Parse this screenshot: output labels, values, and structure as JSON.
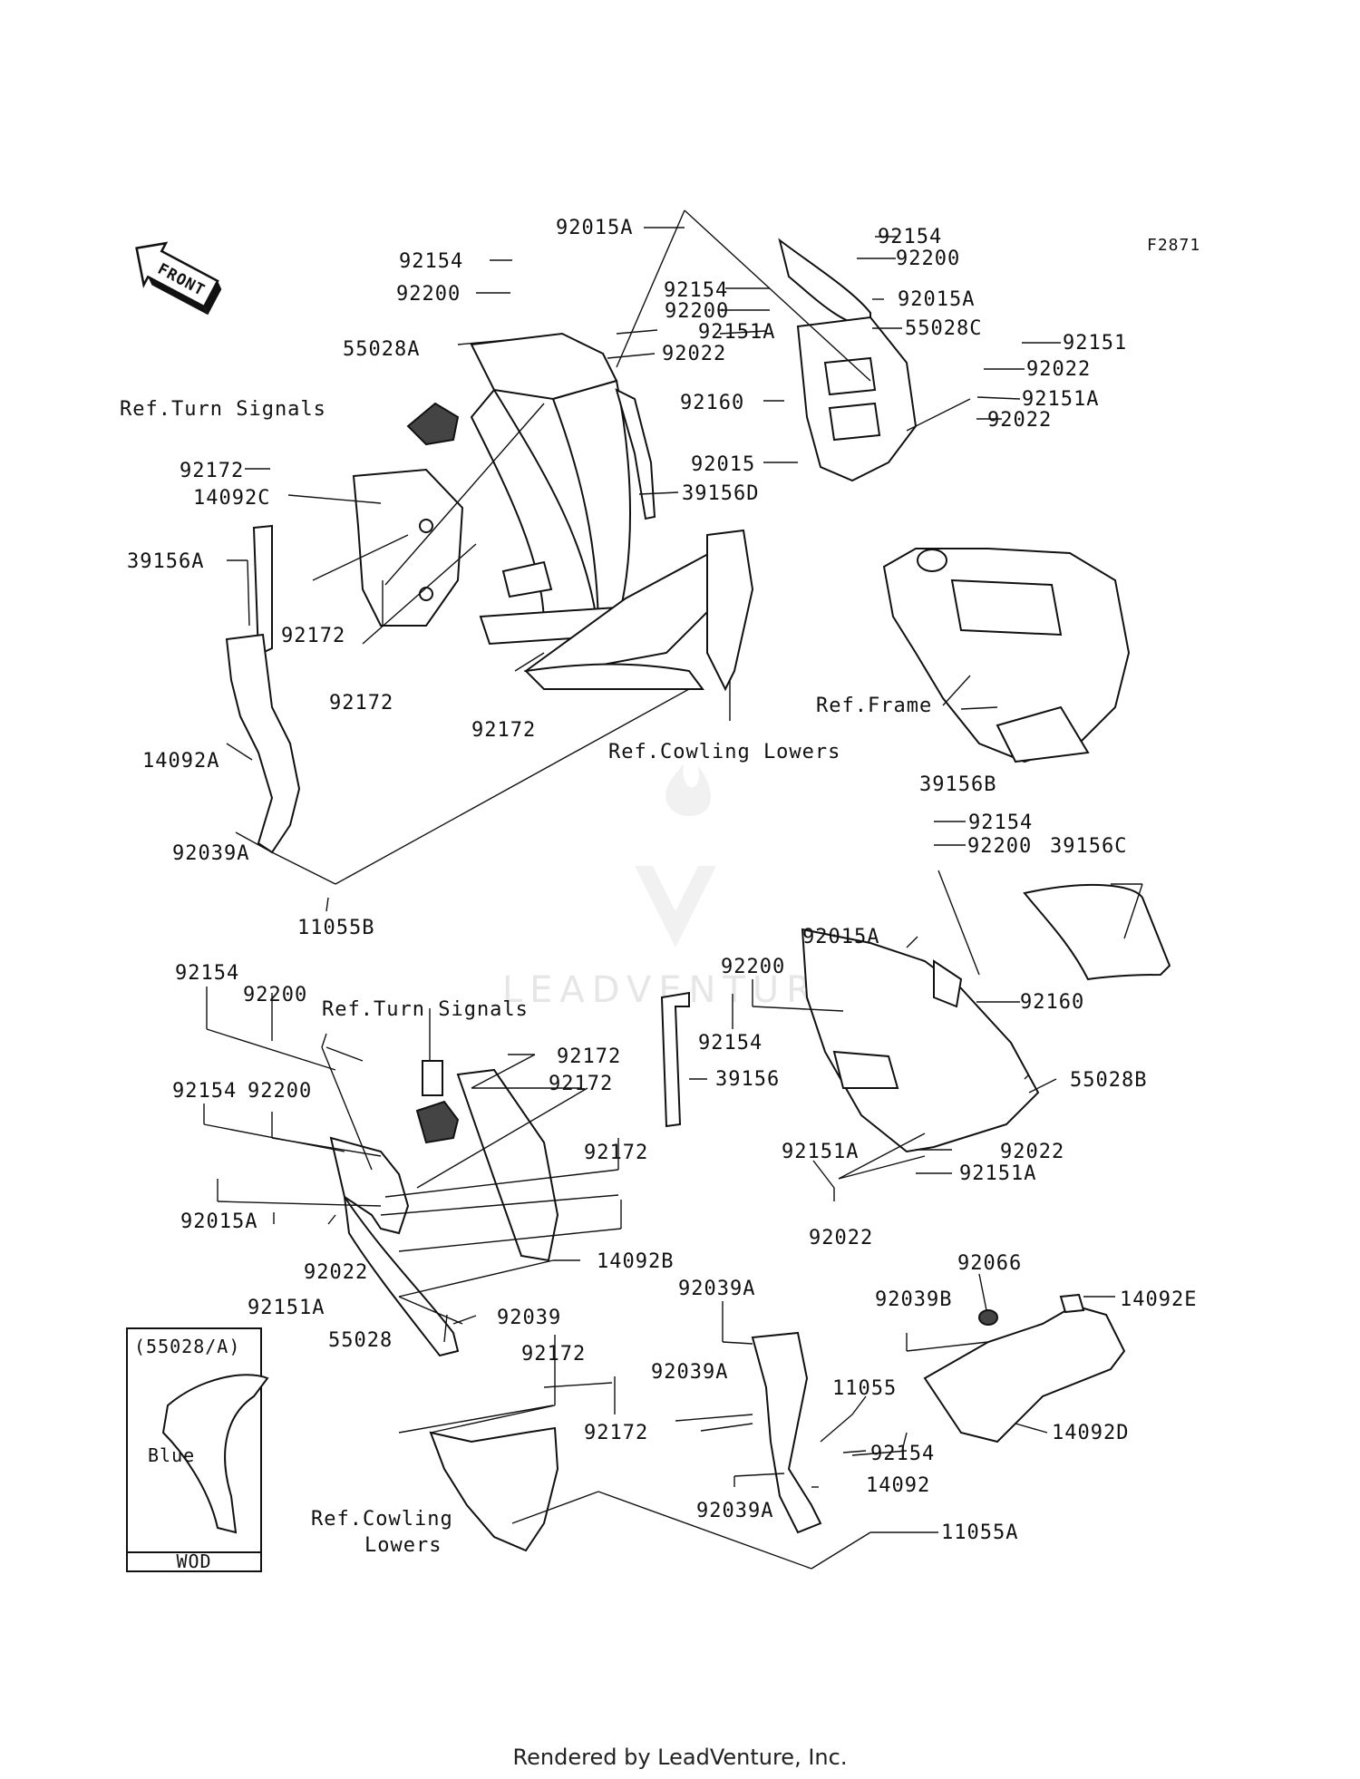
{
  "figure_code": "F2871",
  "front_badge": "FRONT",
  "footer": "Rendered by LeadVenture, Inc.",
  "watermark": "LEADVENTURE",
  "inset": {
    "title": "(55028/A)",
    "color_label": "Blue",
    "code": "WOD"
  },
  "refs": {
    "turn_signals_top": "Ref.Turn Signals",
    "turn_signals_bottom": "Ref.Turn Signals",
    "frame": "Ref.Frame",
    "cowling_lowers_top": "Ref.Cowling Lowers",
    "cowling_lowers_bottom_1": "Ref.Cowling",
    "cowling_lowers_bottom_2": "Lowers"
  },
  "callouts": [
    "92015A",
    "92154",
    "92200",
    "92154",
    "92200",
    "92015A",
    "92154",
    "92200",
    "92151A",
    "55028C",
    "55028A",
    "92022",
    "92151",
    "92022",
    "92151A",
    "92022",
    "92160",
    "92015",
    "39156D",
    "92172",
    "14092C",
    "39156A",
    "92172",
    "92172",
    "92172",
    "Ref.Frame",
    "39156B",
    "14092A",
    "92039A",
    "11055B",
    "92154",
    "92200",
    "39156C",
    "92015A",
    "92200",
    "92160",
    "92154",
    "39156",
    "55028B",
    "92154",
    "92200",
    "92172",
    "92172",
    "92154",
    "92200",
    "92172",
    "92015A",
    "92022",
    "92151A",
    "14092B",
    "92039",
    "55028",
    "92172",
    "92172",
    "92151A",
    "92022",
    "92022",
    "92151A",
    "92039A",
    "92066",
    "92039B",
    "14092E",
    "92039A",
    "11055",
    "92154",
    "14092",
    "92039A",
    "14092D",
    "11055A"
  ]
}
